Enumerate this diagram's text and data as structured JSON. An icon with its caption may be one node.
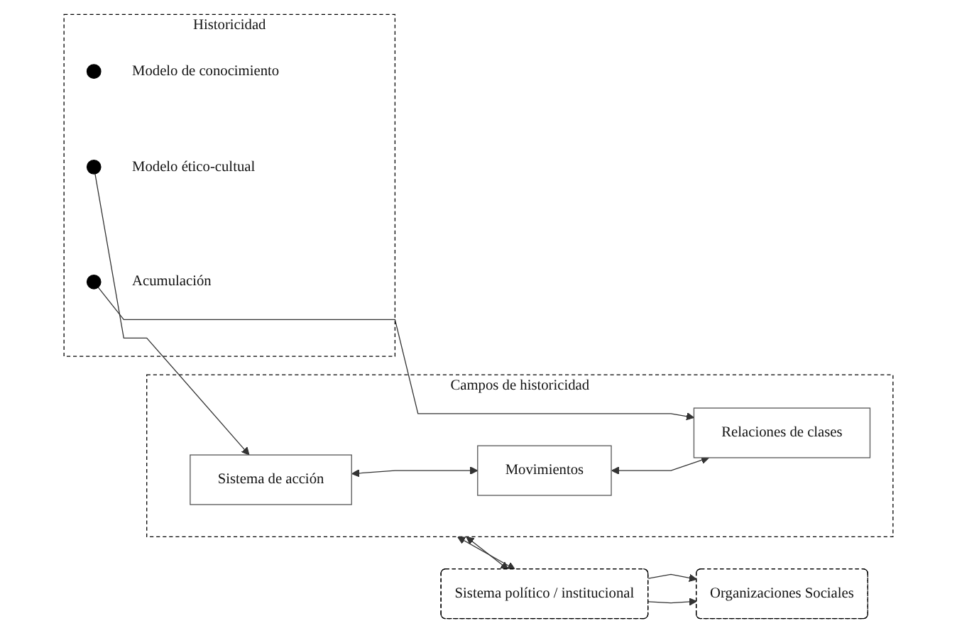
{
  "diagram": {
    "nodes": [
      {
        "text": [
          "Historicidad"
        ]
      },
      {
        "text": [],
        "shape": "circle",
        "in": 0,
        "beside": [
          "Modelo de conocimiento"
        ]
      },
      {
        "text": [],
        "shape": "circle",
        "in": 0,
        "beside": [
          "Modelo ético-cultual"
        ]
      },
      {
        "text": [],
        "shape": "circle",
        "in": 0,
        "beside": [
          "Acumulación"
        ]
      },
      {
        "text": [
          "Campos de historicidad"
        ]
      },
      {
        "text": [
          "Sistema de acción"
        ],
        "in": 4
      },
      {
        "text": [
          "Movimientos"
        ],
        "in": 4
      },
      {
        "text": [
          "Relaciones de clases"
        ],
        "in": 4
      },
      {
        "text": [
          "Sistema político / institucional"
        ]
      },
      {
        "text": [
          "Organizaciones Sociales"
        ]
      }
    ],
    "edges": [
      {
        "from": 2,
        "to": 5,
        "arrow": "to"
      },
      {
        "from": 3,
        "to": 7,
        "arrow": "to"
      },
      {
        "from": 5,
        "to": 6,
        "arrow": "both"
      },
      {
        "from": 6,
        "to": 7,
        "arrow": "both"
      },
      {
        "from": 4,
        "to": 8,
        "arrow": "both"
      },
      {
        "from": 4,
        "to": 8,
        "arrow": "both"
      },
      {
        "from": 8,
        "to": 9,
        "arrow": "to"
      },
      {
        "from": 8,
        "to": 9,
        "arrow": "to"
      }
    ]
  }
}
